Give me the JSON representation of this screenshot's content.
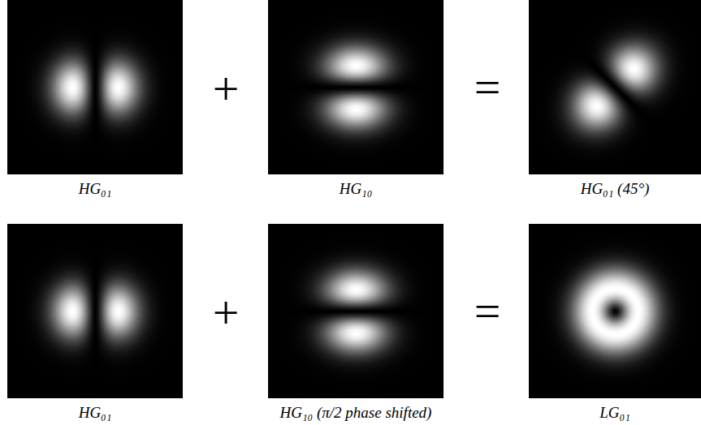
{
  "diagram": {
    "labels": [
      "HG₀₁",
      "+",
      "HG₁₀",
      "=",
      "HG₀₁ (45°)",
      "HG₀₁",
      "+",
      "HG₁₀ (π/2 phase shifted)",
      "=",
      "LG₀₁"
    ]
  }
}
